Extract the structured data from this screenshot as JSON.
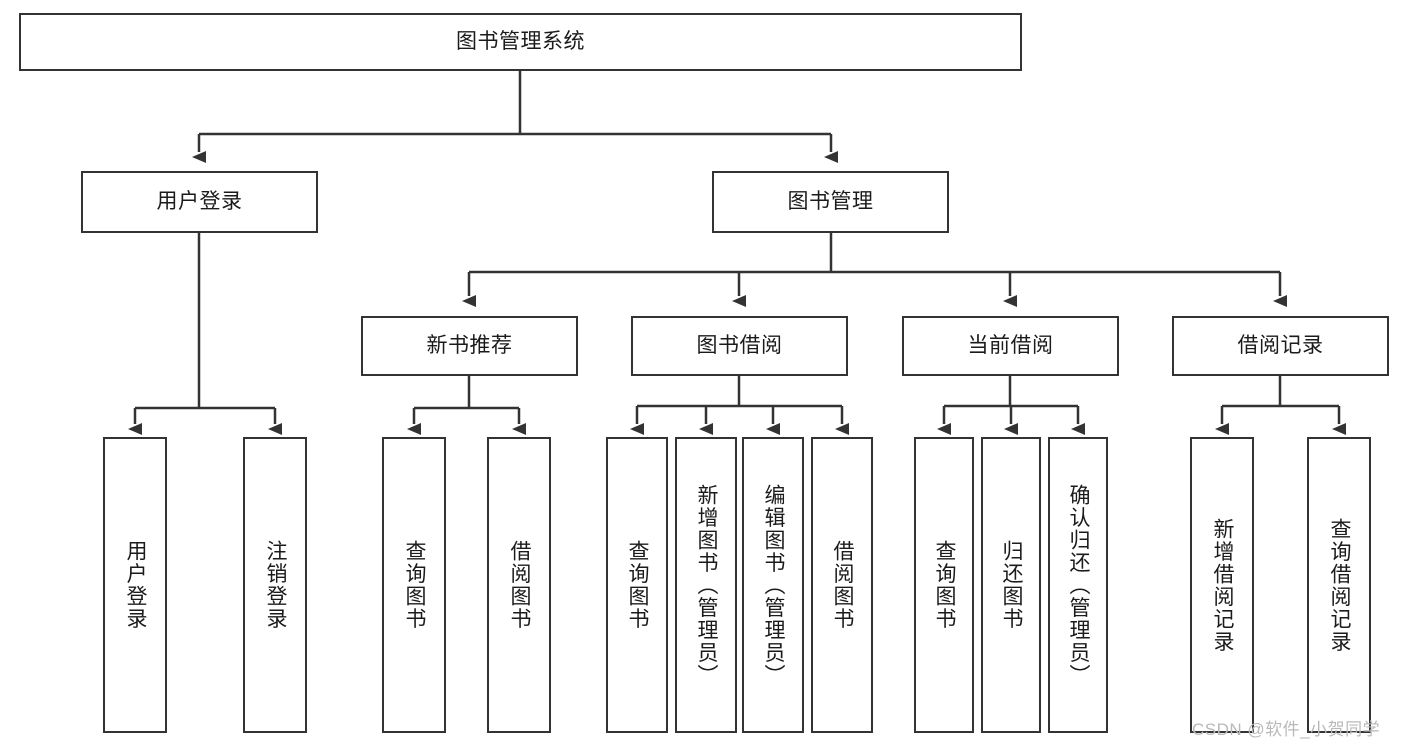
{
  "diagram": {
    "title": "图书管理系统",
    "type": "hierarchical-tree",
    "colors": {
      "box_border": "#333333",
      "box_fill": "#ffffff",
      "edge": "#333333",
      "text": "#1b1b1b",
      "watermark": "#b9b9b9"
    },
    "nodes": {
      "root": {
        "label": "图书管理系统"
      },
      "level2": [
        {
          "label": "用户登录"
        },
        {
          "label": "图书管理"
        }
      ],
      "level3": [
        {
          "label": "新书推荐"
        },
        {
          "label": "图书借阅"
        },
        {
          "label": "当前借阅"
        },
        {
          "label": "借阅记录"
        }
      ],
      "leaves": {
        "user_login": [
          {
            "label": "用户登录"
          },
          {
            "label": "注销登录"
          }
        ],
        "new_book": [
          {
            "label": "查询图书"
          },
          {
            "label": "借阅图书"
          }
        ],
        "book_borrow": [
          {
            "label": "查询图书"
          },
          {
            "label": "新增图书（管理员）"
          },
          {
            "label": "编辑图书（管理员）"
          },
          {
            "label": "借阅图书"
          }
        ],
        "current_borrow": [
          {
            "label": "查询图书"
          },
          {
            "label": "归还图书"
          },
          {
            "label": "确认归还（管理员）"
          }
        ],
        "borrow_record": [
          {
            "label": "新增借阅记录"
          },
          {
            "label": "查询借阅记录"
          }
        ]
      }
    },
    "watermark": "CSDN @软件_小贺同学"
  }
}
